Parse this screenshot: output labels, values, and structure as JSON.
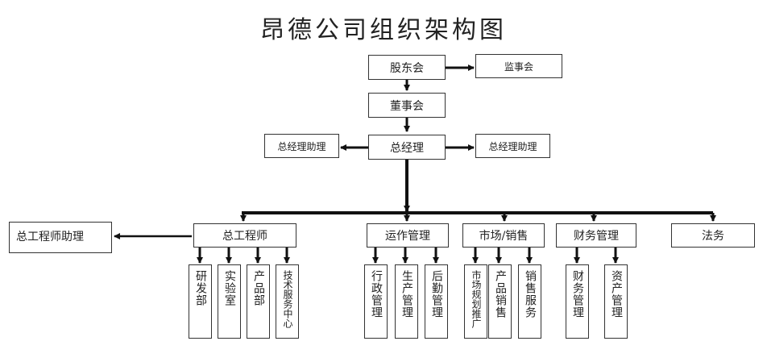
{
  "title": "昂德公司组织架构图",
  "top": {
    "shareholders": "股东会",
    "supervisors": "监事会",
    "board": "董事会",
    "gm": "总经理",
    "gm_assistant_left": "总经理助理",
    "gm_assistant_right": "总经理助理"
  },
  "divisions": {
    "chief_engineer": "总工程师",
    "chief_engineer_assistant": "总工程师助理",
    "operations": "运作管理",
    "market_sales": "市场/销售",
    "finance": "财务管理",
    "legal": "法务"
  },
  "departments": {
    "rnd": "研发部",
    "lab": "实验室",
    "product": "产品部",
    "tech_service": "技术服务中心",
    "admin": "行政管理",
    "production": "生产管理",
    "logistics": "后勤管理",
    "market_planning": "市场规划推广",
    "product_sales": "产品销售",
    "sales_service": "销售服务",
    "financial_mgmt": "财务管理",
    "asset_mgmt": "资产管理"
  }
}
